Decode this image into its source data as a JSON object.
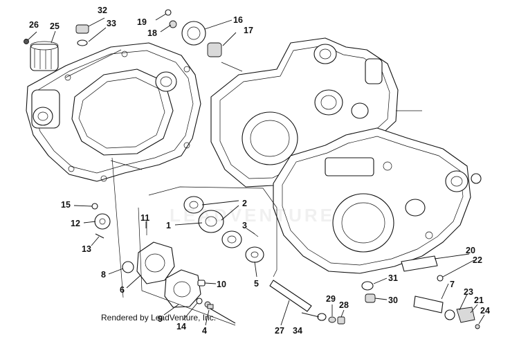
{
  "callouts": [
    {
      "id": "c32",
      "label": "32"
    },
    {
      "id": "c26",
      "label": "26"
    },
    {
      "id": "c25",
      "label": "25"
    },
    {
      "id": "c33",
      "label": "33"
    },
    {
      "id": "c19",
      "label": "19"
    },
    {
      "id": "c18",
      "label": "18"
    },
    {
      "id": "c16",
      "label": "16"
    },
    {
      "id": "c17",
      "label": "17"
    },
    {
      "id": "c2",
      "label": "2"
    },
    {
      "id": "c1",
      "label": "1"
    },
    {
      "id": "c3",
      "label": "3"
    },
    {
      "id": "c5",
      "label": "5"
    },
    {
      "id": "c15",
      "label": "15"
    },
    {
      "id": "c12",
      "label": "12"
    },
    {
      "id": "c13",
      "label": "13"
    },
    {
      "id": "c11",
      "label": "11"
    },
    {
      "id": "c8",
      "label": "8"
    },
    {
      "id": "c6",
      "label": "6"
    },
    {
      "id": "c10",
      "label": "10"
    },
    {
      "id": "c9",
      "label": "9"
    },
    {
      "id": "c14",
      "label": "14"
    },
    {
      "id": "c4",
      "label": "4"
    },
    {
      "id": "c27",
      "label": "27"
    },
    {
      "id": "c34",
      "label": "34"
    },
    {
      "id": "c29",
      "label": "29"
    },
    {
      "id": "c28",
      "label": "28"
    },
    {
      "id": "c31",
      "label": "31"
    },
    {
      "id": "c30",
      "label": "30"
    },
    {
      "id": "c20",
      "label": "20"
    },
    {
      "id": "c22",
      "label": "22"
    },
    {
      "id": "c7",
      "label": "7"
    },
    {
      "id": "c23",
      "label": "23"
    },
    {
      "id": "c21",
      "label": "21"
    },
    {
      "id": "c24",
      "label": "24"
    }
  ],
  "footer": {
    "text": "Rendered by LeadVenture, Inc."
  },
  "watermark": {
    "text": "LEADVENTURE"
  }
}
